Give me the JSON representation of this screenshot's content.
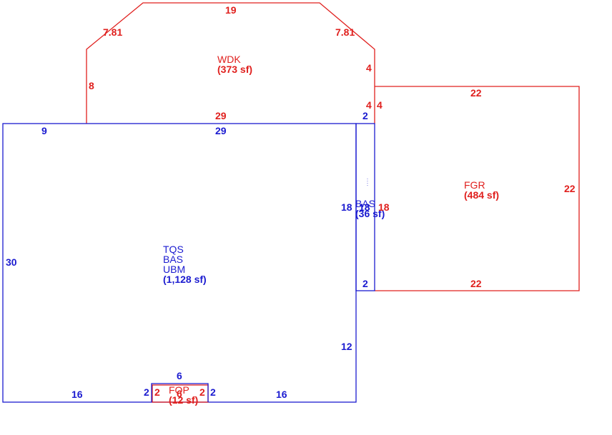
{
  "colors": {
    "red": "#e0201e",
    "blue": "#1b1bd0"
  },
  "areas": {
    "wdk": {
      "code": "WDK",
      "area": "(373 sf)"
    },
    "fgr": {
      "code": "FGR",
      "area": "(484 sf)"
    },
    "main": {
      "codes": [
        "TQS",
        "BAS",
        "UBM"
      ],
      "area": "(1,128 sf)"
    },
    "bas_strip": {
      "code": "BAS",
      "area": "(36 sf)"
    },
    "fop": {
      "code": "FOP",
      "area": "(12 sf)"
    }
  },
  "dims": {
    "wdk_top": "19",
    "wdk_diag_left": "7.81",
    "wdk_diag_right": "7.81",
    "wdk_left": "8",
    "wdk_right_upper": "4",
    "wdk_right_lower": "4",
    "wdk_bottom": "29",
    "fgr_right_left": "4",
    "fgr_top": "22",
    "fgr_right": "22",
    "fgr_bottom": "22",
    "fgr_left": "18",
    "strip_top": "2",
    "strip_left": "18",
    "strip_right": "18",
    "strip_bottom": "2",
    "main_top_left": "9",
    "main_top": "29",
    "main_left": "30",
    "main_right": "12",
    "main_bottom_left": "16",
    "main_bottom_right": "16",
    "fop_top": "6",
    "fop_left_out": "2",
    "fop_left_in": "2",
    "fop_right_in": "2",
    "fop_right_out": "2",
    "fop_bottom": "6"
  }
}
